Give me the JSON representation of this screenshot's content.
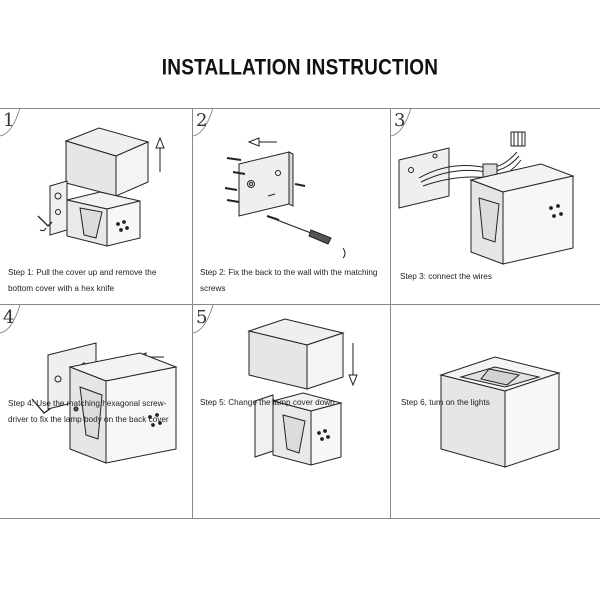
{
  "title": "INSTALLATION INSTRUCTION",
  "steps": [
    {
      "number": "1",
      "caption_line1": "Step 1: Pull the cover up and remove the",
      "caption_line2": "bottom cover  with a hex knife"
    },
    {
      "number": "2",
      "caption_line1": "Step 2: Fix the back to the wall with the matching",
      "caption_line2": "screws"
    },
    {
      "number": "3",
      "caption_line1": "Step 3:   connect the wires",
      "caption_line2": ""
    },
    {
      "number": "4",
      "caption_line1": "Step 4: Use the matching hexagonal screw-",
      "caption_line2": "driver to fix the lamp body on the back cover"
    },
    {
      "number": "5",
      "caption_line1": "Step 5: Change the lamp cover down",
      "caption_line2": ""
    },
    {
      "number": "",
      "caption_line1": "Step 6, turn on the lights",
      "caption_line2": ""
    }
  ],
  "colors": {
    "line": "#8a8a8a",
    "ink": "#222222",
    "shade": "#e4e4e4"
  }
}
